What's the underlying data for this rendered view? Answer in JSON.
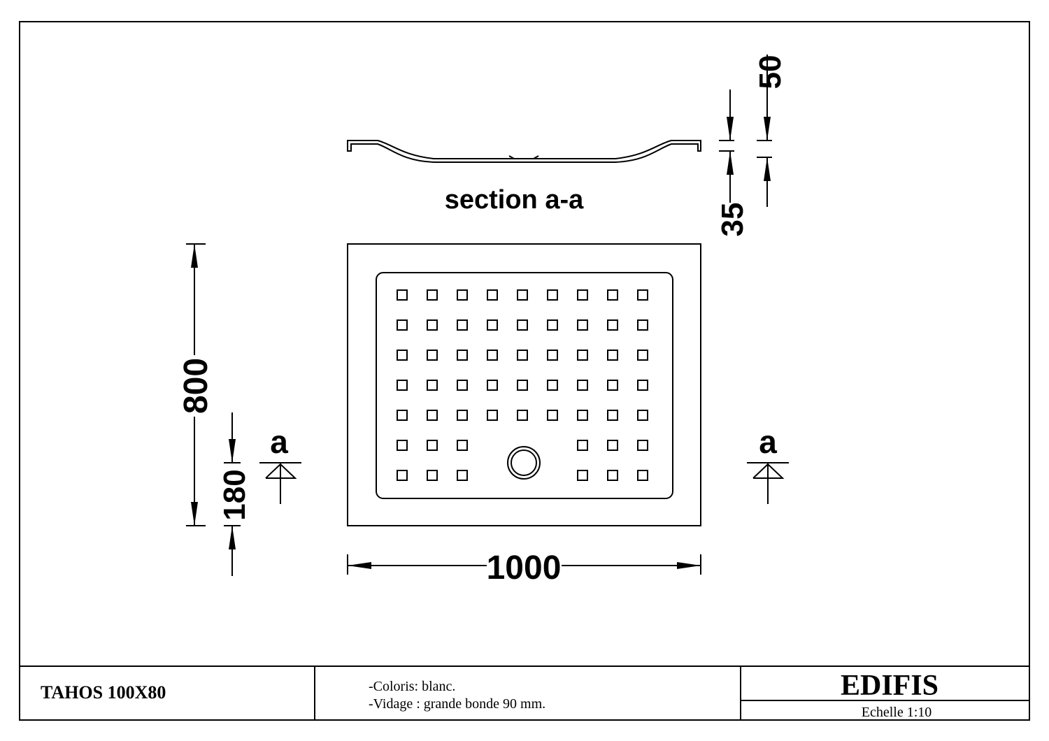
{
  "section": {
    "title": "section a-a"
  },
  "dimensions": {
    "width": "1000",
    "depth": "800",
    "drain_offset": "180",
    "rim_height": "35",
    "total_height": "50"
  },
  "section_markers": {
    "left": "a",
    "right": "a"
  },
  "tray": {
    "tile_rows": 7,
    "tile_cols": 9
  },
  "title_block": {
    "product": "TAHOS 100X80",
    "note_color": "-Coloris: blanc.",
    "note_drain": "-Vidage : grande bonde 90 mm.",
    "brand": "EDIFIS",
    "scale": "Echelle  1:10"
  }
}
